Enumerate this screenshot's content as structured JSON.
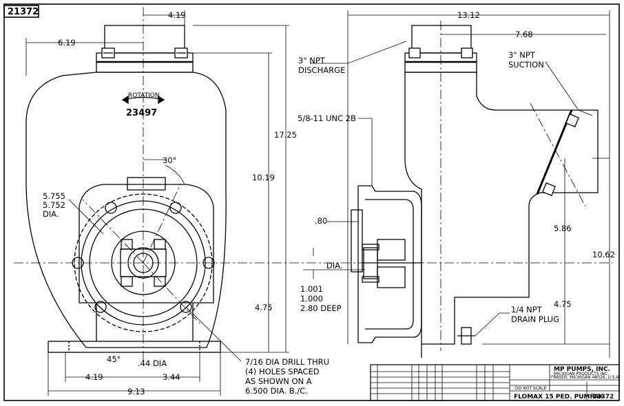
{
  "drawing": {
    "number_tag": "21372",
    "front_view": {
      "rotation_label": "ROTATION",
      "serial": "23497",
      "dim_top_width": "4.19",
      "dim_left_offset": "6.19",
      "dim_overall_height": "17.25",
      "dim_center_to_top": "10.19",
      "dim_center_to_base": "4.75",
      "angle_top": "30°",
      "angle_bottom": "45°",
      "bore_dia_line1": "5.755",
      "bore_dia_line2": "5.752",
      "bore_dia_line3": "DIA.",
      "base_hole": ".44 DIA",
      "base_left": "4.19",
      "base_right": "3.44",
      "base_overall": "9.13",
      "drill_note_line1": "7/16 DIA DRILL THRU",
      "drill_note_line2": "(4) HOLES SPACED",
      "drill_note_line3": "AS SHOWN ON A",
      "drill_note_line4": "6.500 DIA. B./C."
    },
    "side_view": {
      "dim_overall_length": "13.12",
      "dim_suction_offset": "7.68",
      "discharge_line1": "3\" NPT",
      "discharge_line2": "DISCHARGE",
      "suction_line1": "3\" NPT",
      "suction_line2": "SUCTION",
      "thread_note": "5/8-11 UNC 2B",
      "dim_flange": ".80",
      "dia_label": "DIA.",
      "dim_bore_line1": "1.001",
      "dim_bore_line2": "1.000",
      "dim_bore_line3": "2.80 DEEP",
      "dim_suction_height": "5.86",
      "dim_overall_height": "10.62",
      "dim_base_height": "4.75",
      "drain_line1": "1/4 NPT",
      "drain_line2": "DRAIN PLUG"
    },
    "title_block": {
      "company_line1": "MP PUMPS, INC.",
      "company_line2": "MICHIGAN PRODUCTS INC.",
      "company_line3": "FRASER, MICHIGAN 48026, U.S.A.",
      "do_not_scale": "DO NOT SCALE",
      "description": "FLOMAX 15 PED. PUMPAK",
      "number": "21372"
    }
  }
}
